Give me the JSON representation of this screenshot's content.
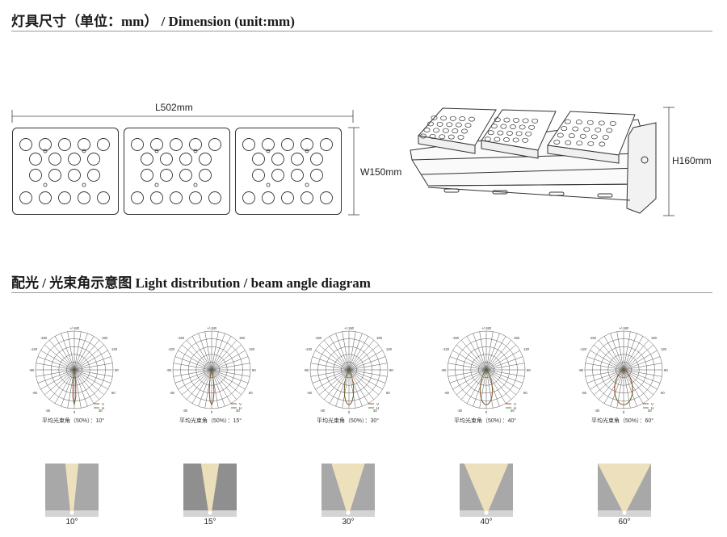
{
  "header": {
    "dimension_title": "灯具尺寸（单位：mm） / Dimension (unit:mm)",
    "distribution_title": "配光 / 光束角示意图   Light distribution / beam angle diagram"
  },
  "dimensions": {
    "length": "L502mm",
    "width": "W150mm",
    "height": "H160mm"
  },
  "polar_labels": {
    "top": "+/-180",
    "upper_left": "-150",
    "upper_right": "150",
    "mid_upper_left": "-120",
    "mid_upper_right": "120",
    "left": "-90",
    "right": "90",
    "mid_lower_left": "-60",
    "mid_lower_right": "60",
    "lower_left": "-30",
    "lower_right": "30",
    "bottom": "0",
    "legend_v": "V",
    "legend_h": "H"
  },
  "diagrams": [
    {
      "caption": "平均光束角（50%）：10°",
      "beam_label": "10°",
      "angle": 10
    },
    {
      "caption": "平均光束角（50%）：15°",
      "beam_label": "15°",
      "angle": 15
    },
    {
      "caption": "平均光束角（50%）：30°",
      "beam_label": "30°",
      "angle": 30
    },
    {
      "caption": "平均光束角（50%）：40°",
      "beam_label": "40°",
      "angle": 40
    },
    {
      "caption": "平均光束角（50%）：60°",
      "beam_label": "60°",
      "angle": 60
    }
  ],
  "colors": {
    "curve_v": "#b5452f",
    "curve_h": "#3a8a3a",
    "beam_light": "#f3e6bf",
    "beam_bg": "#a8a8a8"
  }
}
